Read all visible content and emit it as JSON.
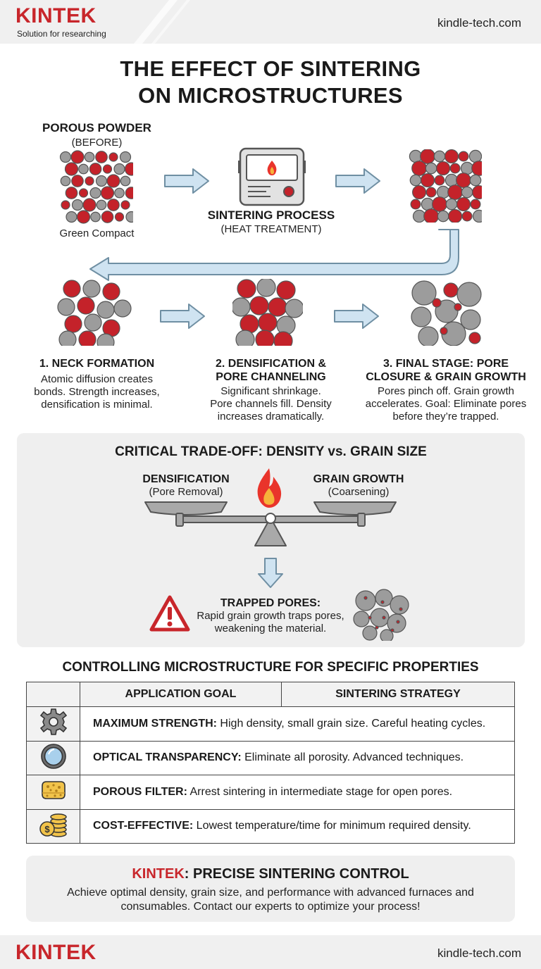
{
  "header": {
    "logo": "KINTEK",
    "tagline": "Solution for researching",
    "site": "kindle-tech.com"
  },
  "title": {
    "line1": "THE EFFECT OF SINTERING",
    "line2": "ON MICROSTRUCTURES"
  },
  "process": {
    "before_title": "POROUS POWDER",
    "before_sub": "(BEFORE)",
    "before_caption": "Green Compact",
    "sinter_title": "SINTERING PROCESS",
    "sinter_sub": "(HEAT TREATMENT)"
  },
  "stages": [
    {
      "title1": "1. NECK FORMATION",
      "title2": "",
      "desc1": "Atomic diffusion creates",
      "desc2": "bonds. Strength increases,",
      "desc3": "densification is minimal."
    },
    {
      "title1": "2. DENSIFICATION &",
      "title2": "PORE CHANNELING",
      "desc1": "Significant shrinkage.",
      "desc2": "Pore channels fill. Density",
      "desc3": "increases dramatically."
    },
    {
      "title1": "3. FINAL STAGE: PORE",
      "title2": "CLOSURE & GRAIN GROWTH",
      "desc1": "Pores pinch off. Grain growth",
      "desc2": "accelerates. Goal: Eliminate pores",
      "desc3": "before they’re trapped."
    }
  ],
  "tradeoff": {
    "title": "CRITICAL TRADE-OFF: DENSITY vs. GRAIN SIZE",
    "left_title": "DENSIFICATION",
    "left_sub": "(Pore Removal)",
    "right_title": "GRAIN GROWTH",
    "right_sub": "(Coarsening)",
    "warning_title": "TRAPPED PORES:",
    "warning_line1": "Rapid grain growth traps pores,",
    "warning_line2": "weakening the material."
  },
  "control": {
    "title": "CONTROLLING MICROSTRUCTURE FOR SPECIFIC PROPERTIES",
    "col1": "APPLICATION GOAL",
    "col2": "SINTERING STRATEGY",
    "rows": [
      {
        "icon": "gear-icon",
        "bold": "MAXIMUM STRENGTH:",
        "text": " High density, small grain size. Careful heating cycles."
      },
      {
        "icon": "lens-icon",
        "bold": "OPTICAL TRANSPARENCY:",
        "text": " Eliminate all porosity. Advanced techniques."
      },
      {
        "icon": "sponge-icon",
        "bold": "POROUS FILTER:",
        "text": " Arrest sintering in intermediate stage for open pores."
      },
      {
        "icon": "coins-icon",
        "bold": "COST-EFFECTIVE:",
        "text": " Lowest temperature/time for minimum required density."
      }
    ]
  },
  "cta": {
    "brand": "KINTEK",
    "title": ": PRECISE SINTERING CONTROL",
    "line1": "Achieve optimal density, grain size, and performance with advanced furnaces and",
    "line2": "consumables. Contact our experts to optimize your process!"
  },
  "footer": {
    "logo": "KINTEK",
    "site": "kindle-tech.com"
  },
  "colors": {
    "brand_red": "#c8262b",
    "grain_red": "#c4222a",
    "grain_gray": "#9c9c9c",
    "arrow_blue": "#cfe3f1",
    "arrow_stroke": "#6f8fa3"
  }
}
